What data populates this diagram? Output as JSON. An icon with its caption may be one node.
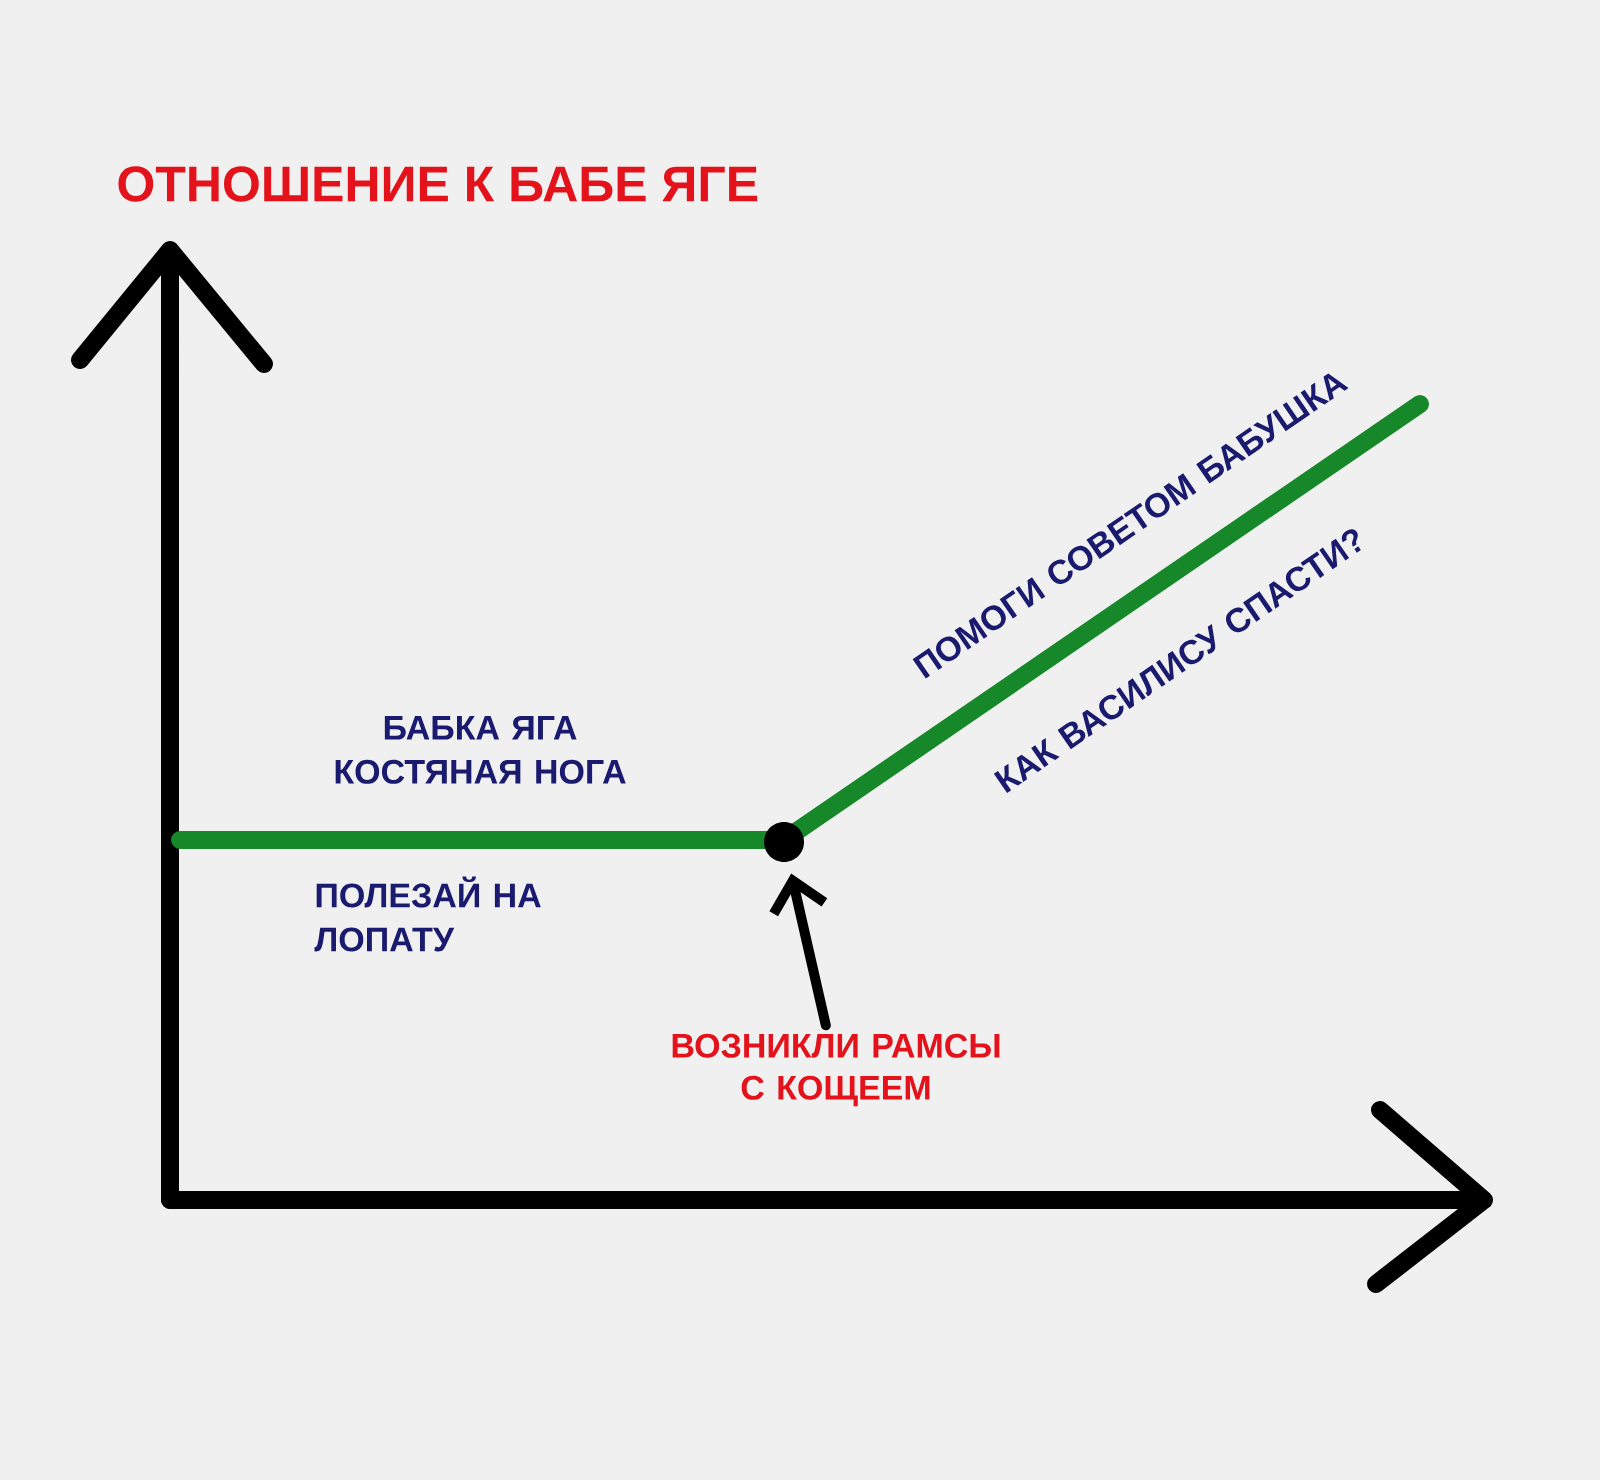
{
  "diagram": {
    "title": "ОТНОШЕНИЕ К БАБЕ ЯГЕ",
    "nodes": [
      {
        "text": [
          "ВОЗНИКЛИ РАМСЫ С КОЩЕЕМ"
        ]
      },
      {
        "text": [],
        "shape": "circle"
      }
    ],
    "edges": [
      {
        "from": 0,
        "to": 1,
        "arrow": "to"
      }
    ],
    "labels": [
      "БАБКА ЯГА КОСТЯНАЯ НОГА",
      "ПОЛЕЗАЙ НА ЛОПАТУ",
      "ПОМОГИ СОВЕТОМ БАБУШКА",
      "КАК ВАСИЛИСУ СПАСТИ?"
    ]
  }
}
